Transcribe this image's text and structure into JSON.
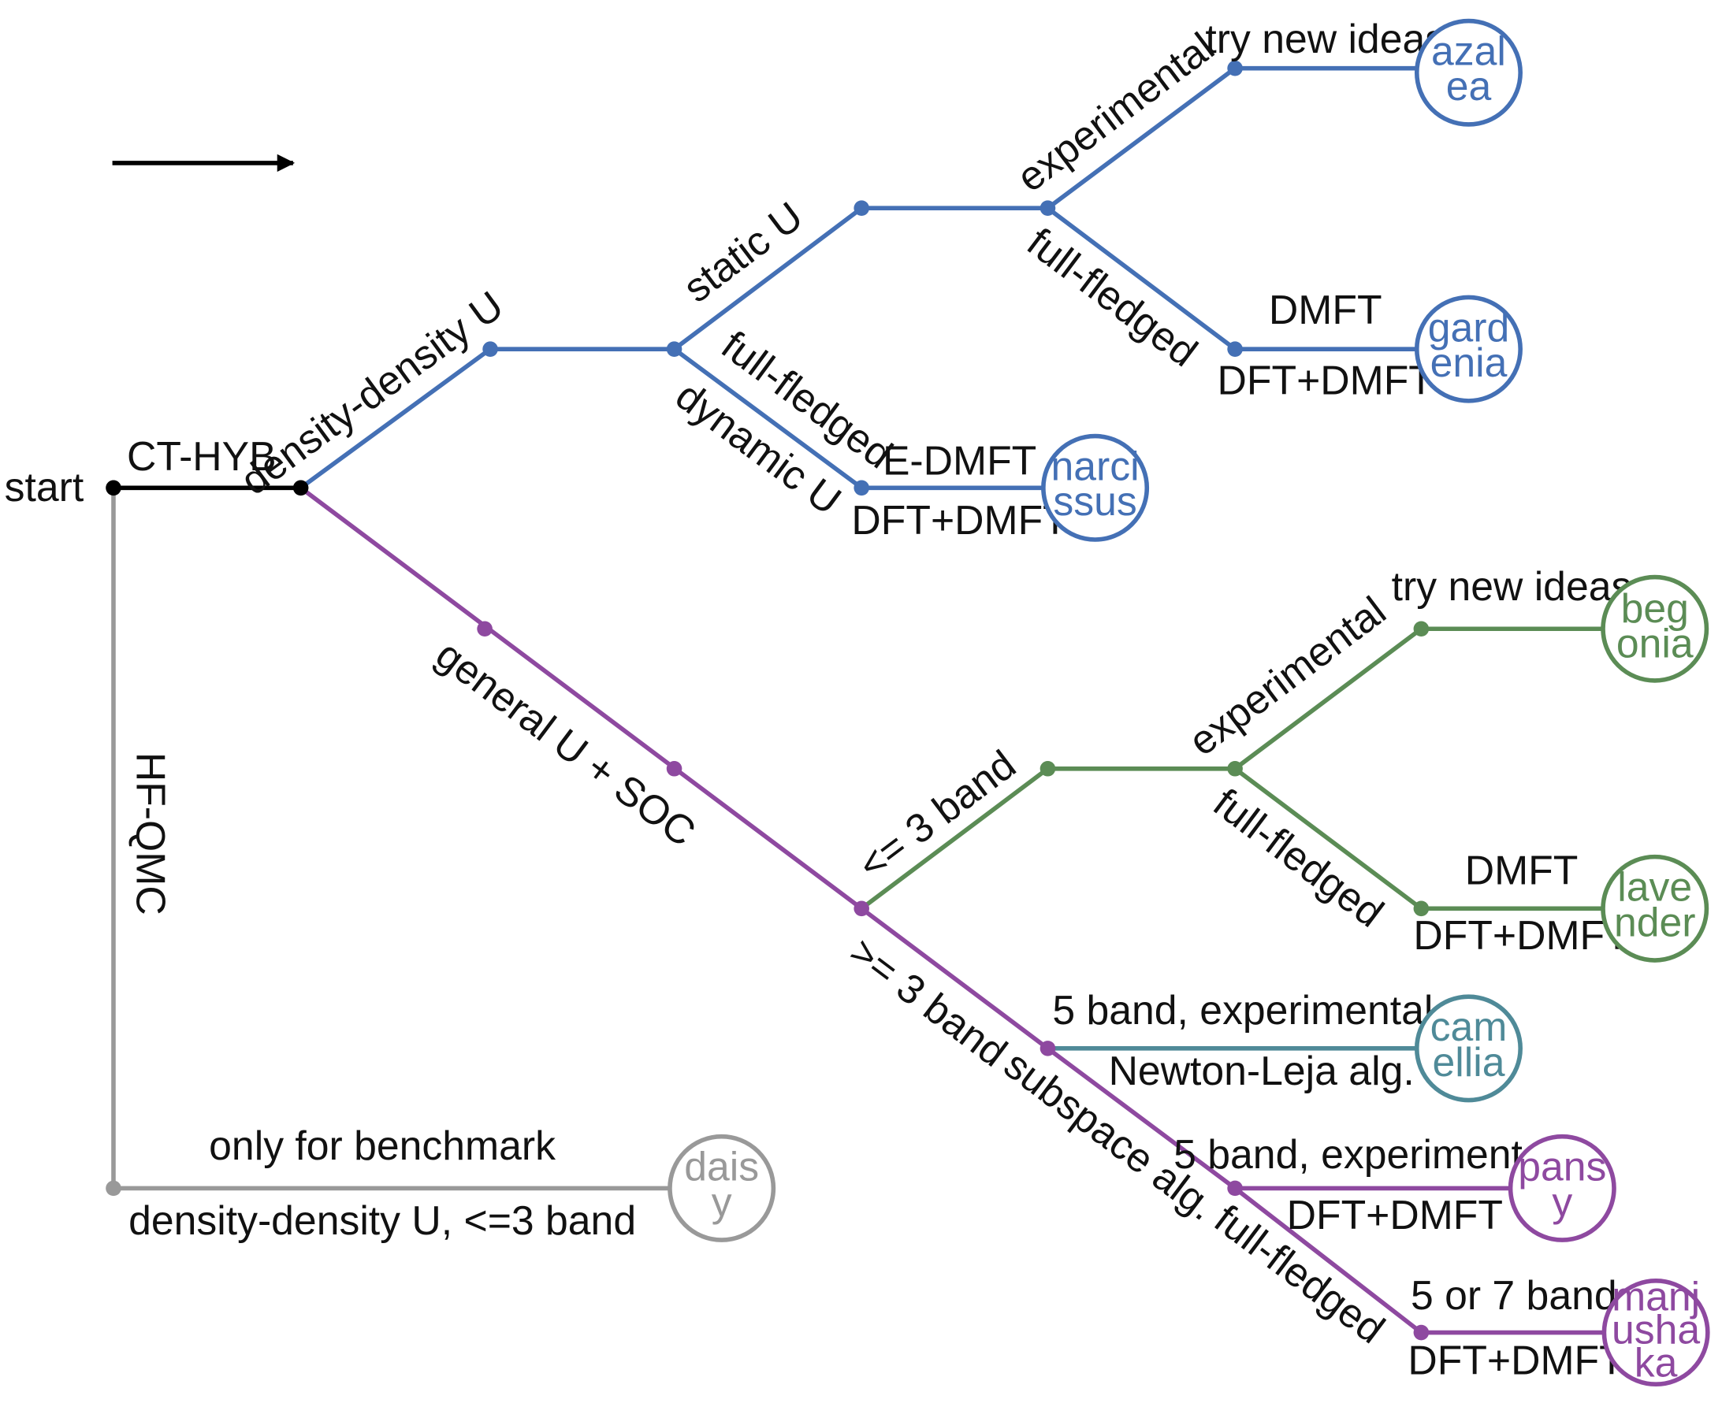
{
  "colors": {
    "black": "#000000",
    "blue": "#4470b5",
    "purple": "#8e49a0",
    "green": "#5b8c55",
    "teal": "#4f8a98",
    "gray": "#999999"
  },
  "labels": {
    "start": "start",
    "ct_hyb": "CT-HYB",
    "hf_qmc": "HF-QMC",
    "density_density_u": "density-density U",
    "static_u": "static U",
    "full_fledged_1": "full-fledged",
    "dynamic_u": "dynamic U",
    "experimental_1": "experimental",
    "full_fledged_2": "full-fledged",
    "try_new_ideas_1": "try new ideas",
    "dmft_1": "DMFT",
    "dft_dmft_1": "DFT+DMFT",
    "e_dmft": "E-DMFT",
    "dft_dmft_2": "DFT+DMFT",
    "general_u_soc": "general U + SOC",
    "le_3_band": "<= 3 band",
    "ge_3_band": ">= 3 band",
    "experimental_2": "experimental",
    "full_fledged_3": "full-fledged",
    "try_new_ideas_2": "try new ideas",
    "dmft_2": "DMFT",
    "dft_dmft_3": "DFT+DMFT",
    "five_band_experimental_1": "5 band, experimental",
    "newton_leja": "Newton-Leja alg.",
    "subspace_alg": "subspace alg.",
    "five_band_experimental_2": "5 band, experimental",
    "dft_dmft_4": "DFT+DMFT",
    "full_fledged_4": "full-fledged",
    "five_or_seven_band": "5 or 7 band",
    "dft_dmft_5": "DFT+DMFT",
    "only_for_benchmark": "only for benchmark",
    "density_density_le3": "density-density U, <=3 band"
  },
  "nodes": {
    "azalea": [
      "azal",
      "ea"
    ],
    "gardenia": [
      "gard",
      "enia"
    ],
    "narcissus": [
      "narci",
      "ssus"
    ],
    "begonia": [
      "beg",
      "onia"
    ],
    "lavender": [
      "lave",
      "nder"
    ],
    "camellia": [
      "cam",
      "ellia"
    ],
    "pansy": [
      "pans",
      "y"
    ],
    "manjushaka": [
      "manj",
      "usha",
      "ka"
    ],
    "daisy": [
      "dais",
      "y"
    ]
  }
}
